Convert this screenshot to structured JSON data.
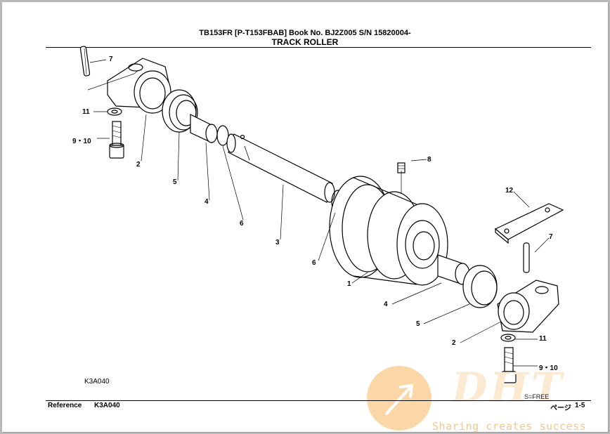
{
  "header": {
    "line1": "TB153FR [P-T153FBAB] Book No. BJ2Z005  S/N 15820004-",
    "title": "TRACK ROLLER"
  },
  "diagram": {
    "code": "K3A040",
    "callouts": {
      "c7_top": "7",
      "c11_left": "11",
      "c910_left": "9・10",
      "c2_left": "2",
      "c5_left": "5",
      "c4_left": "4",
      "c6_left": "6",
      "c3": "3",
      "c8": "8",
      "c6_mid": "6",
      "c1": "1",
      "c12": "12",
      "c7_right": "7",
      "c4_right": "4",
      "c5_right": "5",
      "c2_right": "2",
      "c11_right": "11",
      "c910_right": "9・10"
    }
  },
  "footer": {
    "reference_label": "Reference",
    "reference_code": "K3A040",
    "sfree": "S=FREE",
    "page_label": "ページ",
    "page_number": "1-5"
  },
  "watermark": {
    "logo": "DHT",
    "tagline": "Sharing creates success"
  }
}
